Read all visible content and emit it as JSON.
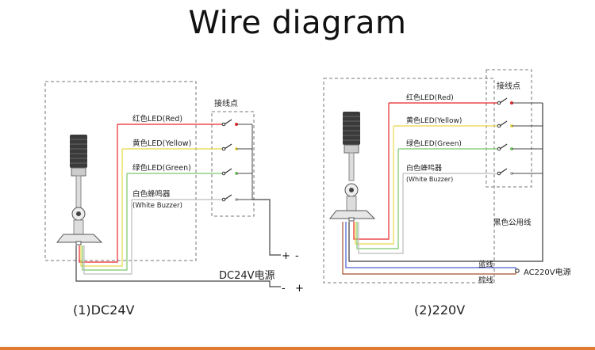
{
  "title": "Wire diagram",
  "accent_color": "#e07a2e",
  "wire_colors": {
    "red": "#e8262a",
    "yellow": "#e8d84a",
    "green": "#7cc66a",
    "white": "#bcbcbc",
    "black": "#3a3a3a",
    "blue": "#4a5fd0",
    "brown": "#a2522c"
  },
  "left_diagram": {
    "caption": "(1)DC24V",
    "junction_label": "接线点",
    "wires": [
      {
        "label": "红色LED(Red)",
        "color": "red"
      },
      {
        "label": "黄色LED(Yellow)",
        "color": "yellow"
      },
      {
        "label": "绿色LED(Green)",
        "color": "green"
      },
      {
        "label": "白色蜂鸣器",
        "sublabel": "(White Buzzer)",
        "color": "white"
      }
    ],
    "power_label": "DC24V电源",
    "terminal_signs": {
      "upper_left": "+",
      "upper_right": "-",
      "lower_left": "-",
      "lower_right": "+"
    }
  },
  "right_diagram": {
    "caption": "(2)220V",
    "junction_label": "接线点",
    "wires": [
      {
        "label": "红色LED(Red)",
        "color": "red"
      },
      {
        "label": "黄色LED(Yellow)",
        "color": "yellow"
      },
      {
        "label": "绿色LED(Green)",
        "color": "green"
      },
      {
        "label": "白色蜂鸣器",
        "sublabel": "(White Buzzer)",
        "color": "white"
      }
    ],
    "common_label": "黑色公用线",
    "blue_label": "蓝线",
    "brown_label": "棕线",
    "power_label": "AC220V电源"
  }
}
